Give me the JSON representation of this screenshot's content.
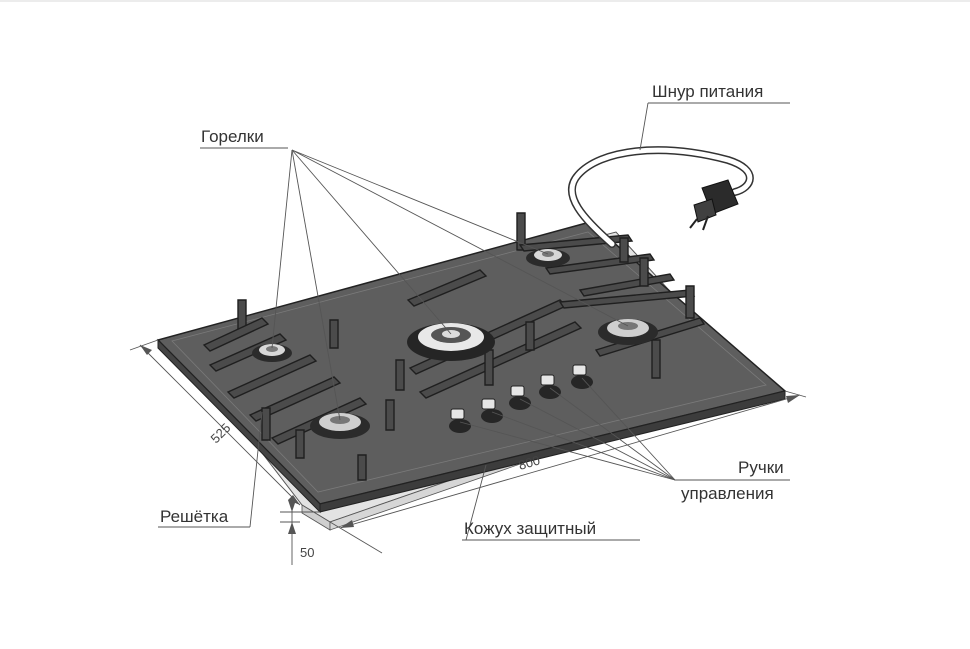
{
  "labels": {
    "burners": "Горелки",
    "power_cord": "Шнур питания",
    "control_knobs_line1": "Ручки",
    "control_knobs_line2": "управления",
    "grate": "Решётка",
    "protective_cover": "Кожух защитный"
  },
  "dimensions": {
    "width": "800",
    "depth": "525",
    "height": "50"
  },
  "colors": {
    "glass_top": "#5e5e5e",
    "cover": "#e3e3e3",
    "grate": "#4b4b4b",
    "text": "#333333"
  }
}
